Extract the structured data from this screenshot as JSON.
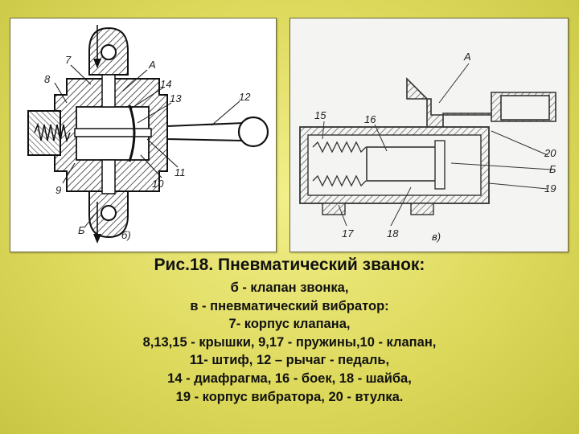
{
  "left_figure": {
    "labels": {
      "l7": "7",
      "l8": "8",
      "la": "А",
      "l14": "14",
      "l13": "13",
      "l12": "12",
      "l9": "9",
      "l10": "10",
      "l11": "11",
      "lb": "Б",
      "lsub": "б)"
    }
  },
  "right_figure": {
    "labels": {
      "la": "А",
      "l15": "15",
      "l16": "16",
      "l20": "20",
      "lb": "Б",
      "l19": "19",
      "l17": "17",
      "l18": "18",
      "lsub": "в)"
    }
  },
  "caption": {
    "title": "Рис.18. Пневматический званок:",
    "lines": [
      "б - клапан звонка,",
      "в - пневматический вибратор:",
      "7- корпус клапана,",
      "8,13,15 - крышки, 9,17 - пружины,10 - клапан,",
      "11- штиф, 12 – рычаг - педаль,",
      "14 - диафрагма, 16 - боек, 18 - шайба,",
      "19 - корпус вибратора, 20 - втулка."
    ]
  },
  "colors": {
    "background": "#e3df66",
    "ink": "#111111"
  }
}
